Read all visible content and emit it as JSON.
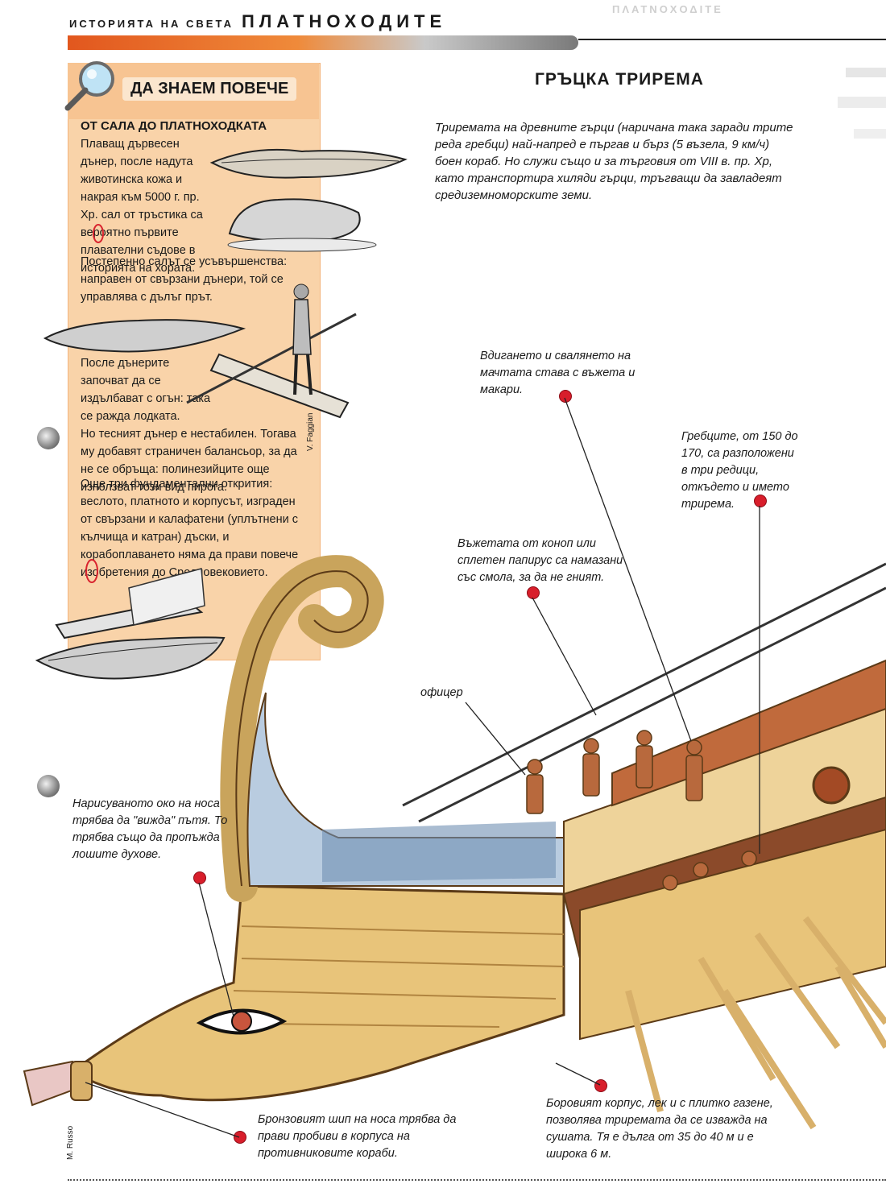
{
  "header": {
    "series": "ИСТОРИЯТА НА СВЕТА",
    "title": "ПЛАТНОХОДИТЕ"
  },
  "sidebar": {
    "heading": "ДА ЗНАЕМ ПОВЕЧЕ",
    "subheading": "ОТ САЛА ДО ПЛАТНОХОДКАТА",
    "paragraphs": [
      "Плаващ дървесен дънер, после надута животинска кожа и накрая към 5000 г. пр. Хр. сал от тръстика са вероятно първите плавателни съдове в историята на хората.",
      "Постепенно салът се усъвършенства: направен от свързани дънери, той се управлява с дълъг прът.",
      "После дънерите започват да се издълбават с огън: така се ражда лодката.",
      "Но тесният дънер е нестабилен. Тогава му добавят страничен балансьор, за да не се обръща: полинезийците още използват този вид пирога.",
      "Още три фундаментални открития: веслото, платното и корпусът, изграден от свързани и калафатени (уплътнени с кълчища и катран) дъски, и корабоплаването няма да прави повече изобретения до Средновековието."
    ],
    "illustration_credit": "V. Faggian"
  },
  "main": {
    "title": "ГРЪЦКА ТРИРЕМА",
    "intro": "Триремата на древните гърци (наричана така заради трите реда гребци) най-напред е пъргав и бърз (5 възела, 9 км/ч) боен кораб. Но служи също и за търговия от VIII в. пр. Хр, като транспортира хиляди гърци, тръгващи да завладеят средиземноморските земи."
  },
  "annotations": {
    "mast": "Вдигането и свалянето на мачтата става с въжета и макари.",
    "rowers": "Гребците, от 150 до 170, са разположени в три редици, откъдето и името трирема.",
    "ropes": "Въжетата от коноп или сплетен папирус са намазани със смола, за да не гният.",
    "officer": "офицер",
    "eye": "Нарисуваното око на носа трябва да \"вижда\" пътя. То трябва също да пропъжда лошите духове.",
    "ram": "Бронзовият шип на носа трябва да прави пробиви в корпуса на противниковите кораби.",
    "hull": "Боровият корпус, лек и с плитко газене, позволява триремата да се изважда на сушата. Тя е дълга от 35 до 40 м и е широка 6 м."
  },
  "credits": {
    "artist": "M. Russo"
  },
  "colors": {
    "accent_orange": "#e2571e",
    "sidebar_bg": "#f9d3a9",
    "callout_dot": "#d81e2b",
    "hull_wood": "#e8c47a",
    "figurehead_blue": "#b9cce0"
  }
}
